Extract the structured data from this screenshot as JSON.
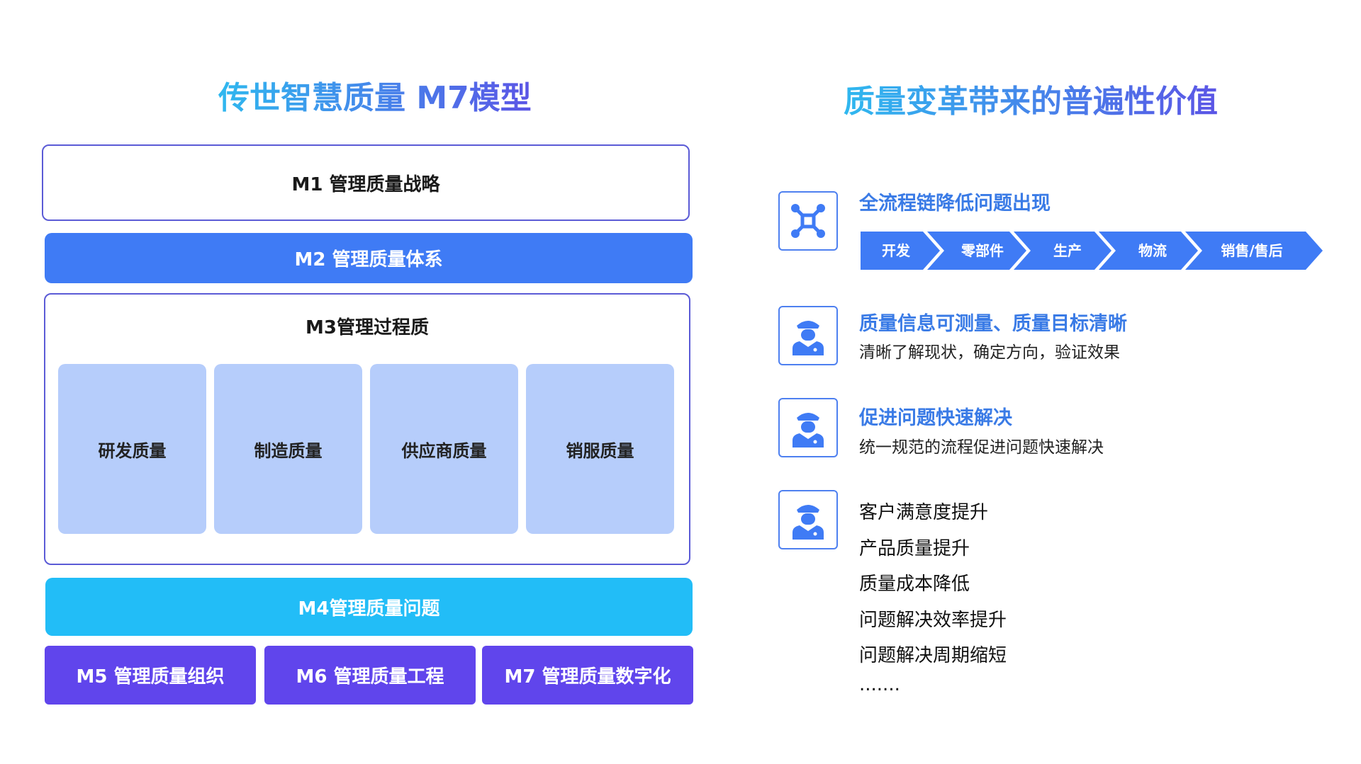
{
  "left": {
    "title": "传世智慧质量 M7模型",
    "m1": "M1  管理质量战略",
    "m2": "M2 管理质量体系",
    "m3": {
      "title": "M3管理过程质",
      "cards": [
        "研发质量",
        "制造质量",
        "供应商质量",
        "销服质量"
      ]
    },
    "m4": "M4管理质量问题",
    "bottom": [
      "M5 管理质量组织",
      "M6 管理质量工程",
      "M7 管理质量数字化"
    ]
  },
  "right": {
    "title": "质量变革带来的普遍性价值",
    "item1": {
      "heading": "全流程链降低问题出现",
      "icon": "network-icon",
      "flow": [
        "开发",
        "零部件",
        "生产",
        "物流",
        "销售/售后"
      ]
    },
    "item2": {
      "heading": "质量信息可测量、质量目标清晰",
      "sub": "清晰了解现状，确定方向，验证效果",
      "icon": "person-icon"
    },
    "item3": {
      "heading": "促进问题快速解决",
      "sub": "统一规范的流程促进问题快速解决",
      "icon": "person-icon"
    },
    "item4": {
      "icon": "person-icon",
      "lines": [
        "客户满意度提升",
        "产品质量提升",
        "质量成本降低",
        "问题解决效率提升",
        "问题解决周期缩短",
        "......."
      ]
    }
  },
  "colors": {
    "blue": "#3f7bf5",
    "cyan": "#22bdf7",
    "purple": "#6045ec",
    "card": "#b6cdfb",
    "outline": "#5b5bd6"
  }
}
